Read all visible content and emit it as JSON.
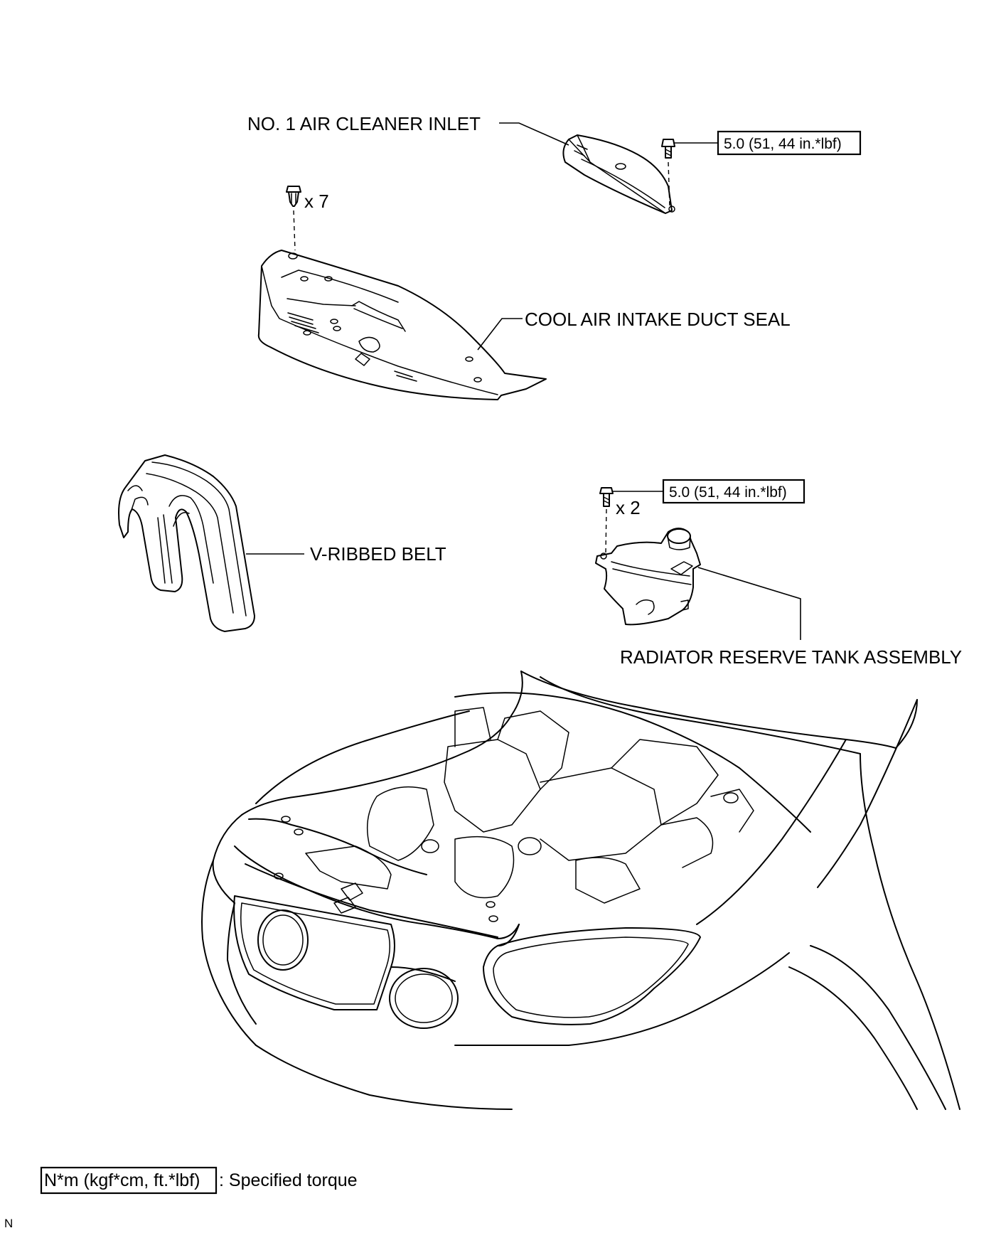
{
  "parts": {
    "air_cleaner_inlet": "NO. 1 AIR CLEANER INLET",
    "intake_duct_seal": "COOL AIR INTAKE DUCT SEAL",
    "v_ribbed_belt": "V-RIBBED BELT",
    "reserve_tank": "RADIATOR RESERVE TANK ASSEMBLY"
  },
  "torque": {
    "inlet_bolt": "5.0 (51, 44 in.*lbf)",
    "tank_bolt": "5.0 (51, 44 in.*lbf)"
  },
  "quantities": {
    "clips": "x 7",
    "tank_bolts": "x 2"
  },
  "legend": {
    "unit_box": "N*m (kgf*cm, ft.*lbf)",
    "description": ": Specified torque"
  },
  "corner_mark": "N"
}
